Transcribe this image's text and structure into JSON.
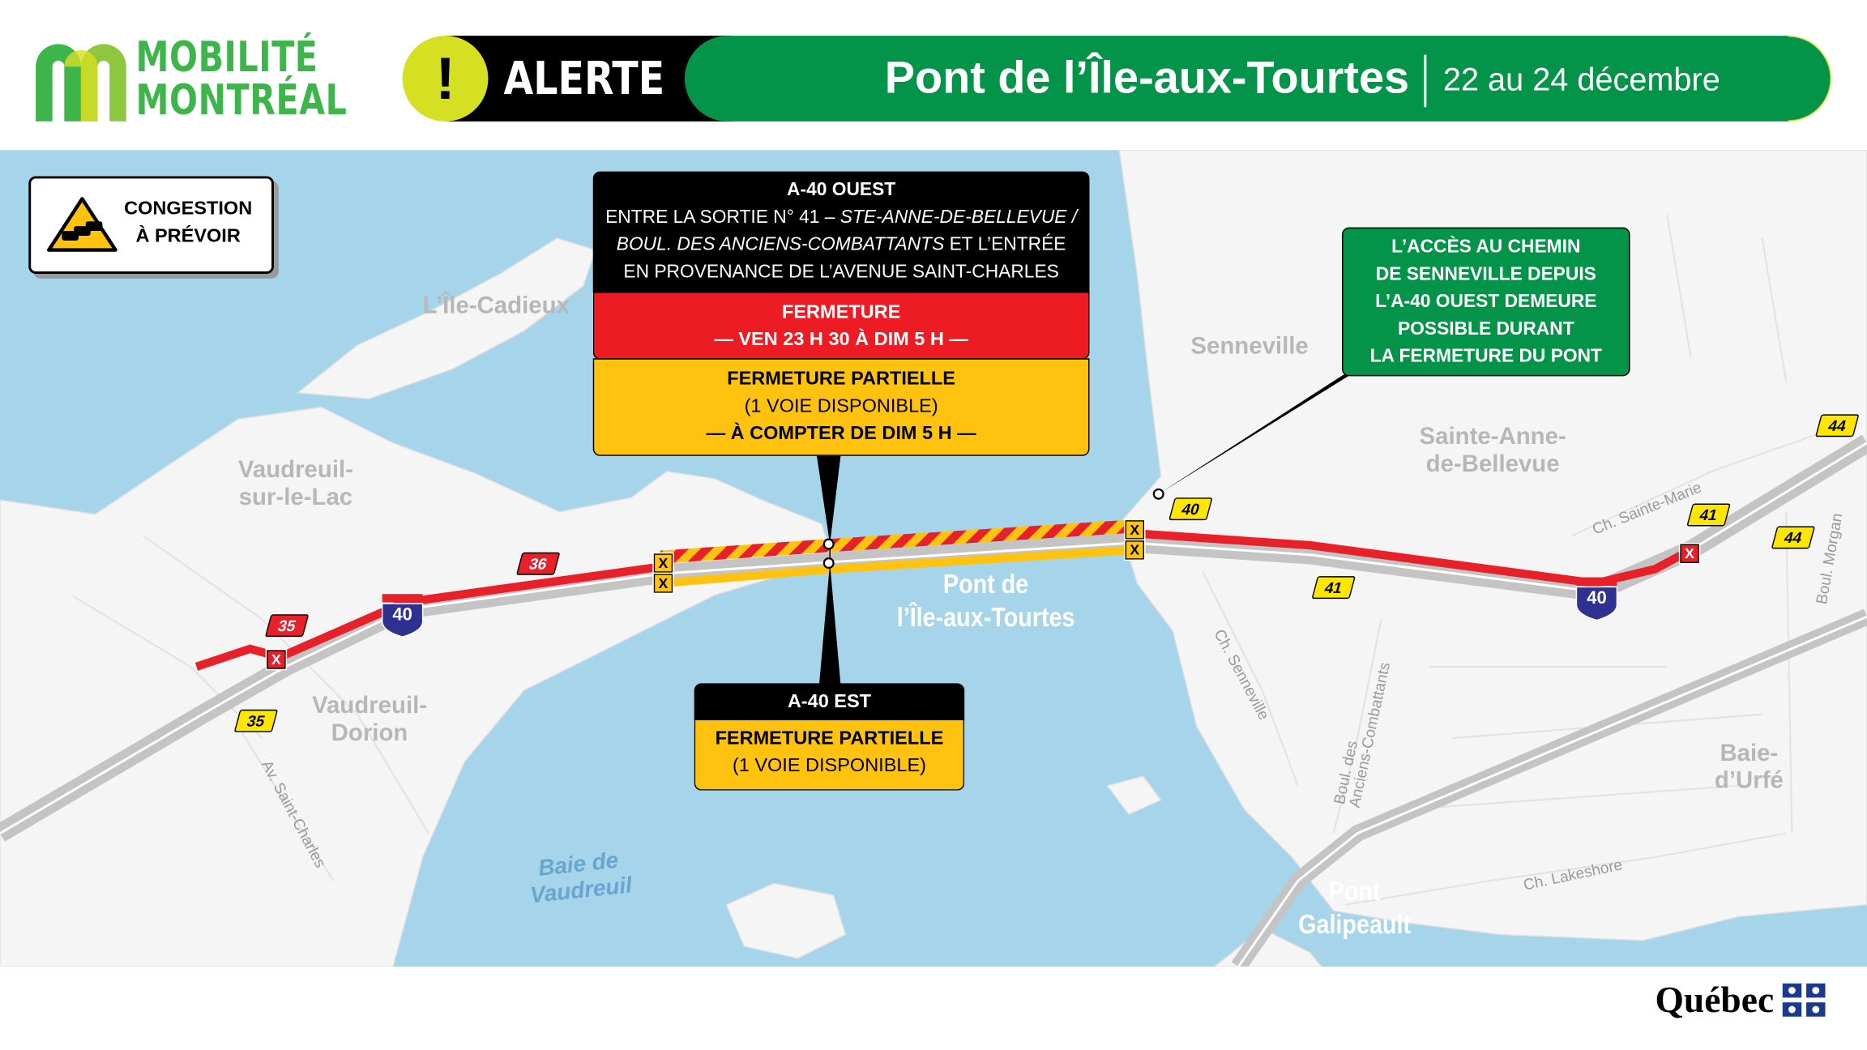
{
  "header": {
    "logo": {
      "line1": "MOBILITÉ",
      "line2": "MONTRÉAL"
    },
    "alert_icon": "exclamation-icon",
    "alert_label": "ALERTE",
    "title": "Pont de l’Île-aux-Tourtes",
    "date": "22 au 24 décembre"
  },
  "colors": {
    "brand_green": "#03944a",
    "alert_yellow": "#d7df23",
    "closure_red": "#e8202a",
    "partial_yellow": "#ffc20e",
    "water": "#a6d4ea"
  },
  "legend": {
    "icon": "congestion-cars-icon",
    "line1": "CONGESTION",
    "line2": "À PRÉVOIR"
  },
  "west_box": {
    "title": "A-40 OUEST",
    "line1": "ENTRE LA SORTIE N° 41 – ",
    "line1_italic": "STE-ANNE-DE-BELLEVUE /",
    "line2_italic": "BOUL. DES ANCIENS-COMBATTANTS",
    "line2": " ET L’ENTRÉE",
    "line3": "EN PROVENANCE DE L’AVENUE SAINT-CHARLES",
    "closure_title": "FERMETURE",
    "closure_time": "— VEN 23 H 30 À DIM 5 H —",
    "partial_title": "FERMETURE PARTIELLE",
    "partial_detail": "(1 VOIE DISPONIBLE)",
    "partial_time": "— À COMPTER DE DIM 5 H —"
  },
  "east_box": {
    "title": "A-40 EST",
    "partial_title": "FERMETURE PARTIELLE",
    "partial_detail": "(1 VOIE DISPONIBLE)"
  },
  "green_note": {
    "lines": [
      "L’ACCÈS AU CHEMIN",
      "DE SENNEVILLE DEPUIS",
      "L’A-40 OUEST DEMEURE",
      "POSSIBLE DURANT",
      "LA FERMETURE DU PONT"
    ]
  },
  "map": {
    "towns": {
      "ile_cadieux": "L’Île-Cadieux",
      "vaudreuil_sur_le_lac": [
        "Vaudreuil-",
        "sur-le-Lac"
      ],
      "vaudreuil_dorion": [
        "Vaudreuil-",
        "Dorion"
      ],
      "senneville": "Senneville",
      "sainte_anne": [
        "Sainte-Anne-",
        "de-Bellevue"
      ],
      "baie_durfe": [
        "Baie-",
        "d’Urfé"
      ]
    },
    "streets": {
      "saint_charles": "Av. Saint-Charles",
      "senneville": "Ch. Senneville",
      "anciens_combattants": [
        "Boul. des",
        "Anciens-Combattants"
      ],
      "sainte_marie": "Ch. Sainte-Marie",
      "morgan": "Boul. Morgan",
      "lakeshore": "Ch. Lakeshore"
    },
    "water": {
      "baie_vaudreuil": [
        "Baie de",
        "Vaudreuil"
      ]
    },
    "bridges": {
      "ile_aux_tourtes": [
        "Pont de",
        "l’Île-aux-Tourtes"
      ],
      "galipeault": [
        "Pont",
        "Galipeault"
      ]
    },
    "exits": [
      "35",
      "36",
      "35",
      "40",
      "41",
      "41",
      "44",
      "44"
    ],
    "highway_shield": "40",
    "closure_marker": "X"
  },
  "footer": {
    "gov_logo": "Québec"
  }
}
